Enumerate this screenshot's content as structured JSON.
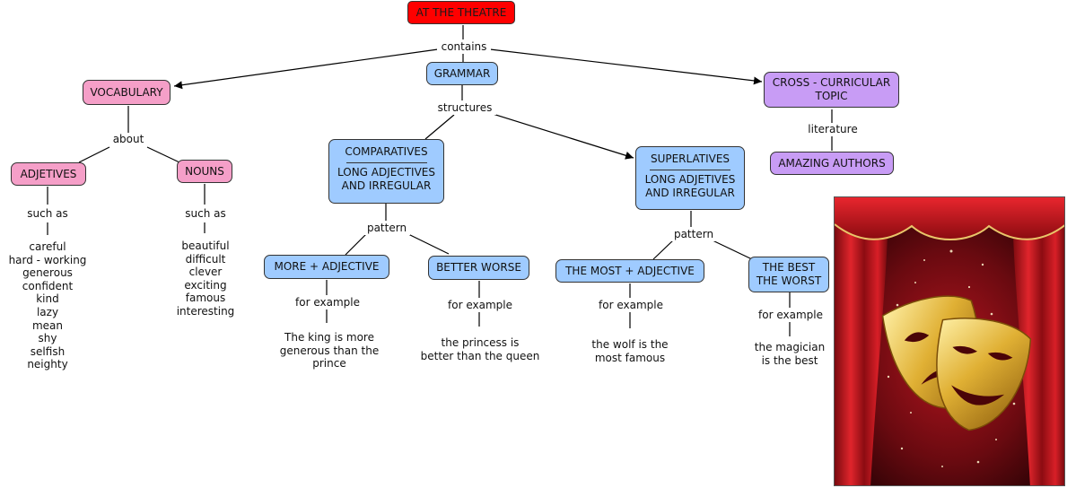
{
  "colors": {
    "root": "#ff0000",
    "vocabulary": "#f59fc8",
    "grammar": "#9fcbff",
    "cross_curricular": "#c89cf5",
    "curtain": "#c8121a",
    "mask_gold": "#d9a520"
  },
  "root": {
    "label": "AT THE THEATRE"
  },
  "links": {
    "contains": "contains",
    "about": "about",
    "structures": "structures",
    "literature": "literature",
    "such_as": "such as",
    "pattern": "pattern",
    "for_example": "for example"
  },
  "vocabulary": {
    "label": "VOCABULARY",
    "adjectives": {
      "label": "ADJETIVES",
      "items": [
        "careful",
        "hard - working",
        "generous",
        "confident",
        "kind",
        "lazy",
        "mean",
        "shy",
        "selfish",
        "neighty"
      ]
    },
    "nouns": {
      "label": "NOUNS",
      "items": [
        "beautiful",
        "difficult",
        "clever",
        "exciting",
        "famous",
        "interesting"
      ]
    }
  },
  "grammar": {
    "label": "GRAMMAR",
    "comparatives": {
      "title": "COMPARATIVES",
      "sub": [
        "LONG ADJECTIVES",
        "AND IRREGULAR"
      ],
      "pattern_a": {
        "label": "MORE + ADJECTIVE",
        "example": [
          "The king is more",
          "generous than the",
          "prince"
        ]
      },
      "pattern_b": {
        "label": "BETTER WORSE",
        "example": [
          "the princess is",
          "better than the queen"
        ]
      }
    },
    "superlatives": {
      "title": "SUPERLATIVES",
      "sub": [
        "LONG ADJETIVES",
        "AND IRREGULAR"
      ],
      "pattern_a": {
        "label": "THE MOST + ADJECTIVE",
        "example": [
          "the wolf is the",
          "most famous"
        ]
      },
      "pattern_b": {
        "label": [
          "THE BEST",
          "THE WORST"
        ],
        "example": [
          "the magician",
          "is the best"
        ]
      }
    }
  },
  "cross_curricular": {
    "label": [
      "CROSS - CURRICULAR",
      "TOPIC"
    ],
    "authors": "AMAZING AUTHORS"
  },
  "image": {
    "icon": "theatre-masks-curtain-icon"
  }
}
